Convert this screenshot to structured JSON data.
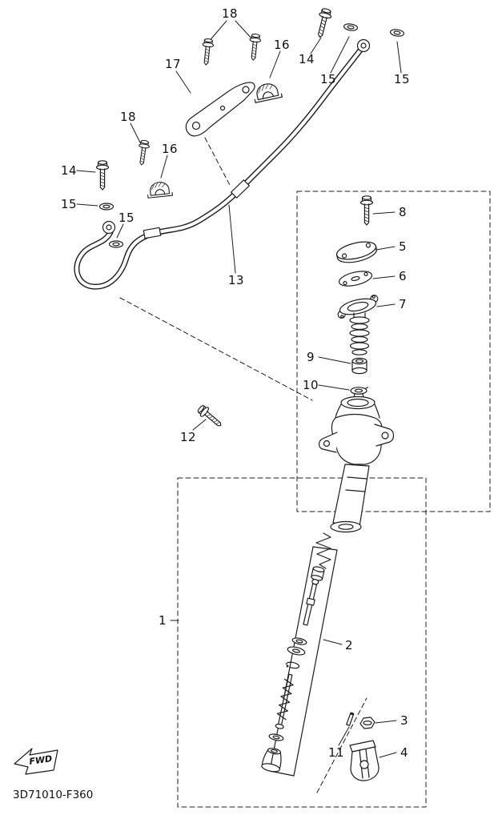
{
  "diagram": {
    "drawing_code": "3D71010-F360",
    "fwd_label": "FWD",
    "callouts": [
      {
        "id": "18-top",
        "label": "18"
      },
      {
        "id": "14-top-right",
        "label": "14"
      },
      {
        "id": "15-top-right-inner",
        "label": "15"
      },
      {
        "id": "16-top",
        "label": "16"
      },
      {
        "id": "17-bracket",
        "label": "17"
      },
      {
        "id": "15-top-right-outer",
        "label": "15"
      },
      {
        "id": "18-left",
        "label": "18"
      },
      {
        "id": "16-left",
        "label": "16"
      },
      {
        "id": "14-left",
        "label": "14"
      },
      {
        "id": "15-left-upper",
        "label": "15"
      },
      {
        "id": "15-left-lower",
        "label": "15"
      },
      {
        "id": "8-bolt",
        "label": "8"
      },
      {
        "id": "5-cap",
        "label": "5"
      },
      {
        "id": "6-plate",
        "label": "6"
      },
      {
        "id": "7-gasket",
        "label": "7"
      },
      {
        "id": "9-cup",
        "label": "9"
      },
      {
        "id": "10-ring",
        "label": "10"
      },
      {
        "id": "13-hose",
        "label": "13"
      },
      {
        "id": "12-bolt",
        "label": "12"
      },
      {
        "id": "1-assembly",
        "label": "1"
      },
      {
        "id": "2-piston-kit",
        "label": "2"
      },
      {
        "id": "11-pin",
        "label": "11"
      },
      {
        "id": "3-nut",
        "label": "3"
      },
      {
        "id": "4-clevis",
        "label": "4"
      }
    ]
  }
}
